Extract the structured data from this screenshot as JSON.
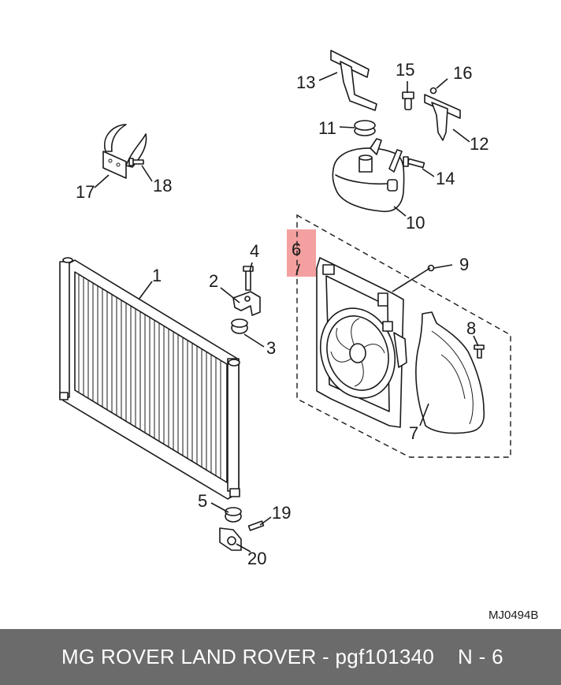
{
  "callouts": {
    "c1": "1",
    "c2": "2",
    "c3": "3",
    "c4": "4",
    "c5": "5",
    "c6": "6",
    "c7": "7",
    "c8": "8",
    "c9": "9",
    "c10": "10",
    "c11": "11",
    "c12": "12",
    "c13": "13",
    "c14": "14",
    "c15": "15",
    "c16": "16",
    "c17": "17",
    "c18": "18",
    "c19": "19",
    "c20": "20"
  },
  "highlight_color": "#f08080",
  "drawing_code": "MJ0494B",
  "footer": {
    "brand_part": "MG ROVER LAND ROVER - pgf101340",
    "position": "N - 6"
  }
}
